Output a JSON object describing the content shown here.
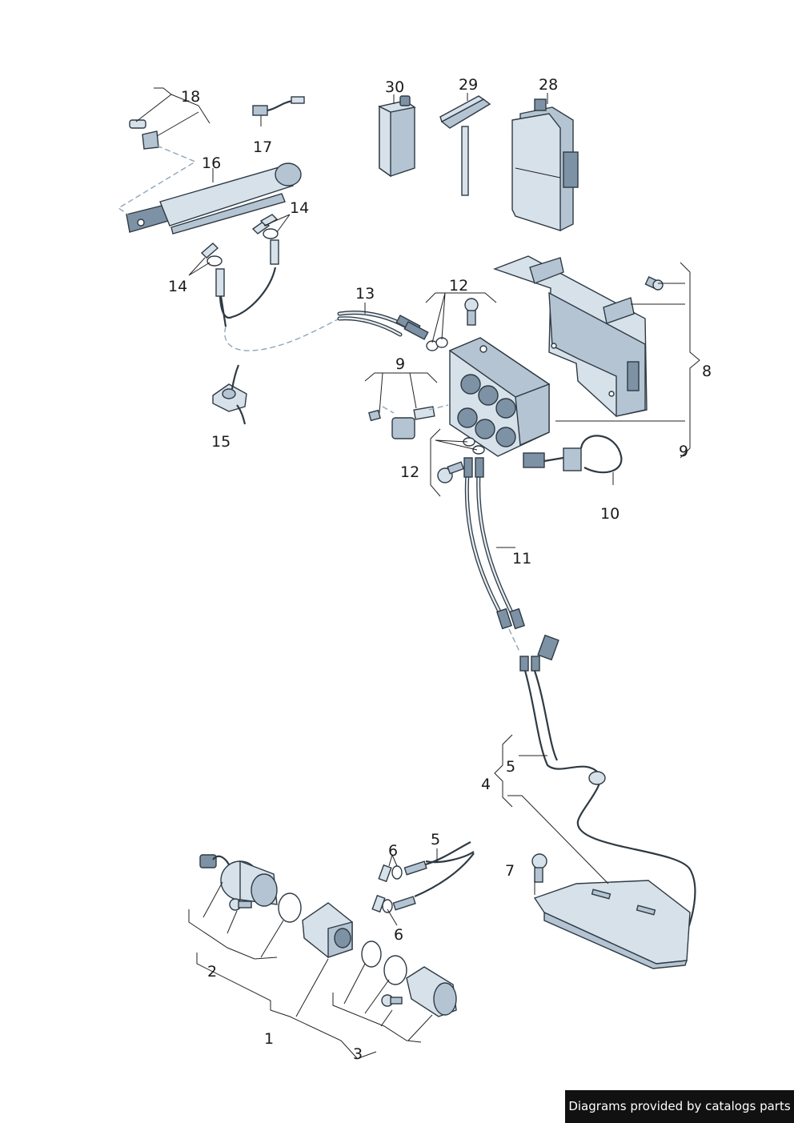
{
  "labels": {
    "l1": "1",
    "l2": "2",
    "l3": "3",
    "l4": "4",
    "l5a": "5",
    "l5b": "5",
    "l6a": "6",
    "l6b": "6",
    "l7": "7",
    "l8": "8",
    "l9a": "9",
    "l9b": "9",
    "l10": "10",
    "l11": "11",
    "l12a": "12",
    "l12b": "12",
    "l13": "13",
    "l14a": "14",
    "l14b": "14",
    "l15": "15",
    "l16": "16",
    "l17": "17",
    "l18": "18",
    "l28": "28",
    "l29": "29",
    "l30": "30"
  },
  "credit": "Diagrams provided by catalogs parts"
}
